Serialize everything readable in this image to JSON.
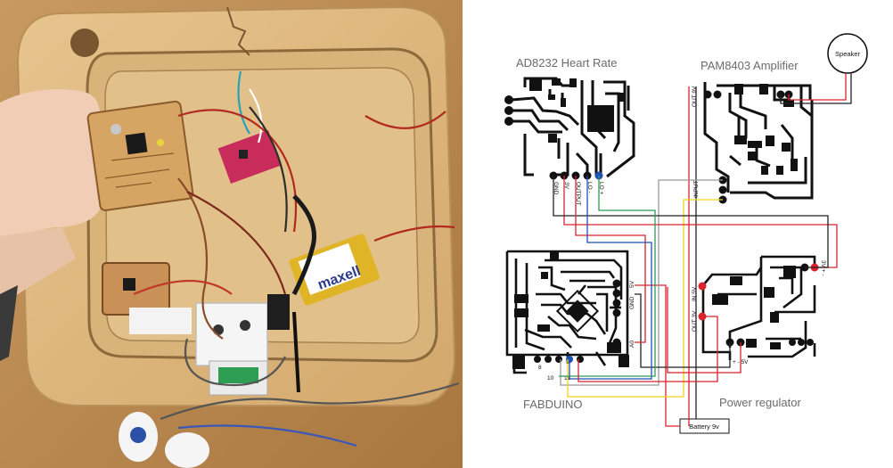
{
  "photo": {
    "battery_brand": "maxell"
  },
  "schematic": {
    "labels": {
      "heart_rate": "AD8232 Heart Rate",
      "amplifier": "PAM8403 Amplifier",
      "speaker": "Speaker",
      "fabduino": "FABDUINO",
      "power_regulator": "Power regulator",
      "battery": "Battery  9v"
    },
    "pins": {
      "hr_gnd": "GND",
      "hr_3v": "3V",
      "hr_output": "OUTPUT",
      "hr_lo_minus": "LO -",
      "hr_lo_plus": "LO +",
      "amp_out_9v": "OUT 9V",
      "amp_input": "INPUT",
      "fab_5v": "5V",
      "fab_gnd": "GND",
      "fab_a0": "A0",
      "fab_10": "10",
      "fab_11": "11",
      "fab_8": "8",
      "reg_in_5v": "IN 5V",
      "reg_out_3v": "OUT 3V",
      "reg_3v_plus_minus": "3V + -",
      "reg_plus_minus_5v": "+ -  5V"
    },
    "wire_colors": {
      "red": "#d9232e",
      "yellow": "#f2d31b",
      "blue": "#1f4fb4",
      "green": "#2f9a58",
      "black": "#222222",
      "gray": "#9a9a9a"
    }
  }
}
